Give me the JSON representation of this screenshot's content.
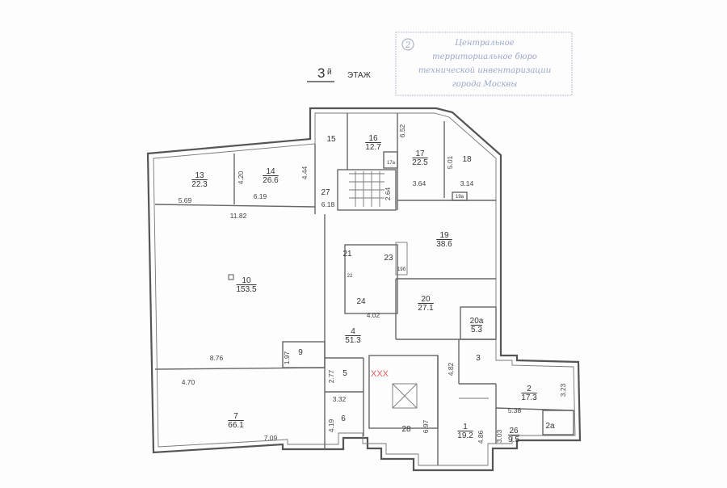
{
  "title": {
    "floor_number": "3",
    "suffix": "й",
    "label": "ЭТАЖ"
  },
  "stamp": {
    "number": "2",
    "lines": [
      "Центральное",
      "территориальное бюро",
      "технической инвентаризации",
      "города Москвы"
    ],
    "color": "#9aa6c8"
  },
  "rooms": [
    {
      "id": "13",
      "area": "22.3"
    },
    {
      "id": "14",
      "area": "26.6"
    },
    {
      "id": "15",
      "area": ""
    },
    {
      "id": "16",
      "area": "12.7"
    },
    {
      "id": "17",
      "area": "22.5"
    },
    {
      "id": "17a",
      "area": ""
    },
    {
      "id": "18",
      "area": ""
    },
    {
      "id": "27",
      "area": ""
    },
    {
      "id": "19",
      "area": "38.6"
    },
    {
      "id": "19a",
      "area": ""
    },
    {
      "id": "19б",
      "area": ""
    },
    {
      "id": "21",
      "area": ""
    },
    {
      "id": "22",
      "area": ""
    },
    {
      "id": "23",
      "area": ""
    },
    {
      "id": "24",
      "area": ""
    },
    {
      "id": "20",
      "area": "27.1"
    },
    {
      "id": "20a",
      "area": "5.3"
    },
    {
      "id": "10",
      "area": "153.5"
    },
    {
      "id": "4",
      "area": "51.3"
    },
    {
      "id": "3",
      "area": ""
    },
    {
      "id": "9",
      "area": ""
    },
    {
      "id": "5",
      "area": ""
    },
    {
      "id": "2",
      "area": "17.3"
    },
    {
      "id": "7",
      "area": "66.1"
    },
    {
      "id": "6",
      "area": ""
    },
    {
      "id": "28",
      "area": ""
    },
    {
      "id": "1",
      "area": "19.2"
    },
    {
      "id": "26",
      "area": "9.5"
    },
    {
      "id": "2a",
      "area": ""
    }
  ],
  "dimensions": [
    "5.69",
    "6.19",
    "11.82",
    "4.20",
    "4.44",
    "6.18",
    "2.64",
    "6.52",
    "5.01",
    "3.64",
    "3.14",
    "4.02",
    "8.76",
    "4.70",
    "1.97",
    "2.77",
    "3.32",
    "4.19",
    "7.09",
    "6.97",
    "4.82",
    "4.86",
    "3.03",
    "5.38",
    "3.23"
  ]
}
